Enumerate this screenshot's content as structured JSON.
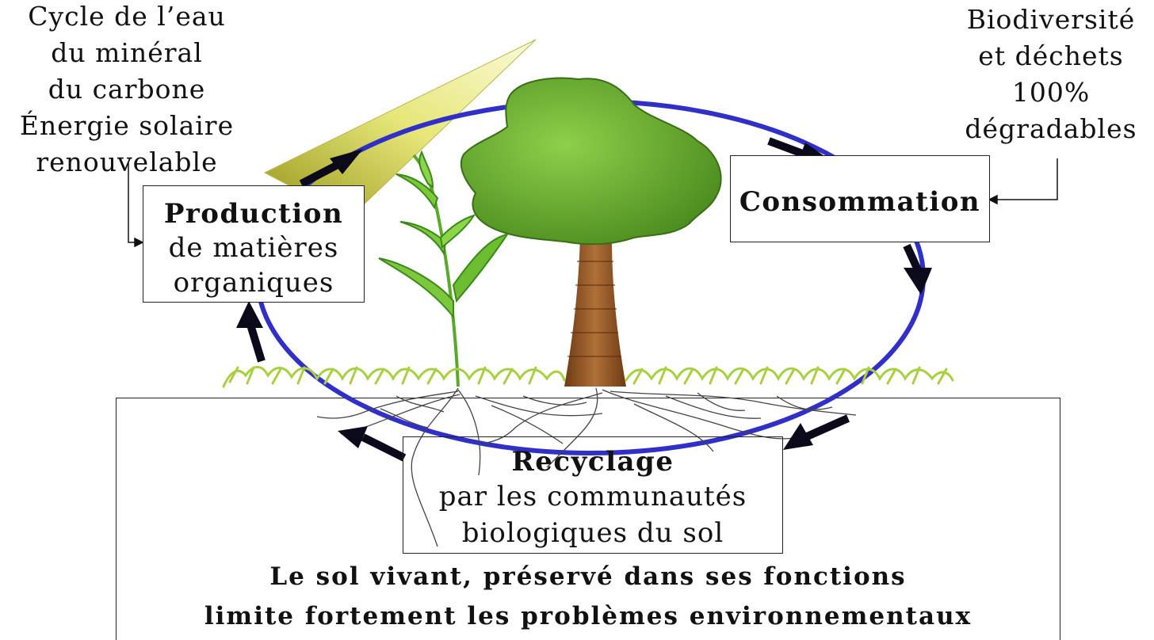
{
  "left_note": [
    "Cycle de l’eau",
    "du minéral",
    "du carbone",
    "Énergie solaire",
    "renouvelable"
  ],
  "right_note": [
    "Biodiversité",
    "et déchets",
    "100%",
    "dégradables"
  ],
  "production": {
    "title": "Production",
    "lines": [
      "de matières",
      "organiques"
    ]
  },
  "consommation": {
    "title": "Consommation"
  },
  "recyclage": {
    "title": "Recyclage",
    "lines": [
      "par les communautés",
      "biologiques du sol"
    ]
  },
  "soil": {
    "lines": [
      "Le sol vivant, préservé dans ses fonctions",
      "limite fortement les problèmes environnementaux"
    ]
  },
  "colors": {
    "cycle": "#3030c8",
    "arrow": "#0a0a1a",
    "grass": "#a8d040",
    "leaf": "#7cc73a",
    "trunk": "#9a5a2a",
    "sun": "#d8d858"
  }
}
